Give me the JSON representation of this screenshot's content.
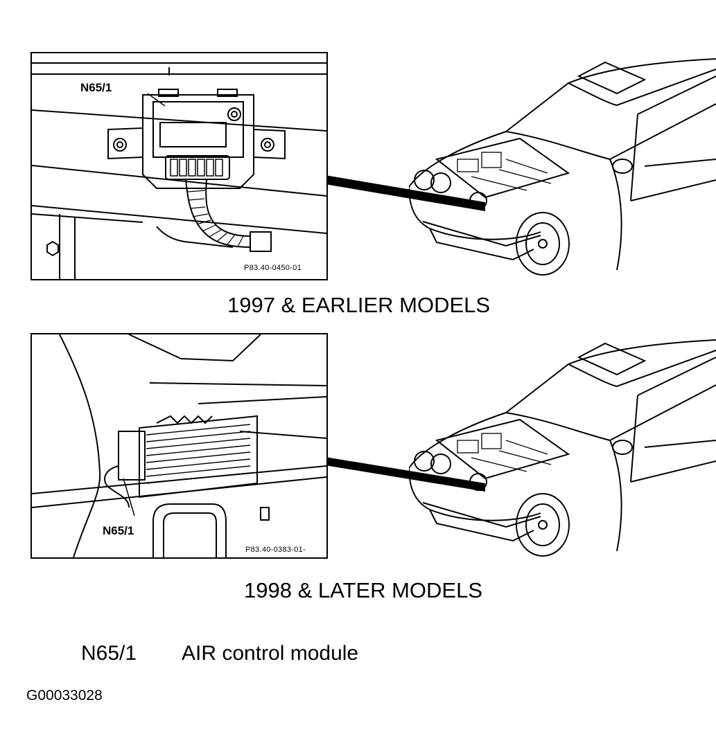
{
  "figures": [
    {
      "callout": "N65/1",
      "ref": "P83.40-0450-01",
      "caption": "1997 & EARLIER MODELS"
    },
    {
      "callout": "N65/1",
      "ref": "P83.40-0383-01-",
      "caption": "1998 & LATER MODELS"
    }
  ],
  "legend": {
    "code": "N65/1",
    "description": "AIR control module"
  },
  "figure_id": "G00033028"
}
